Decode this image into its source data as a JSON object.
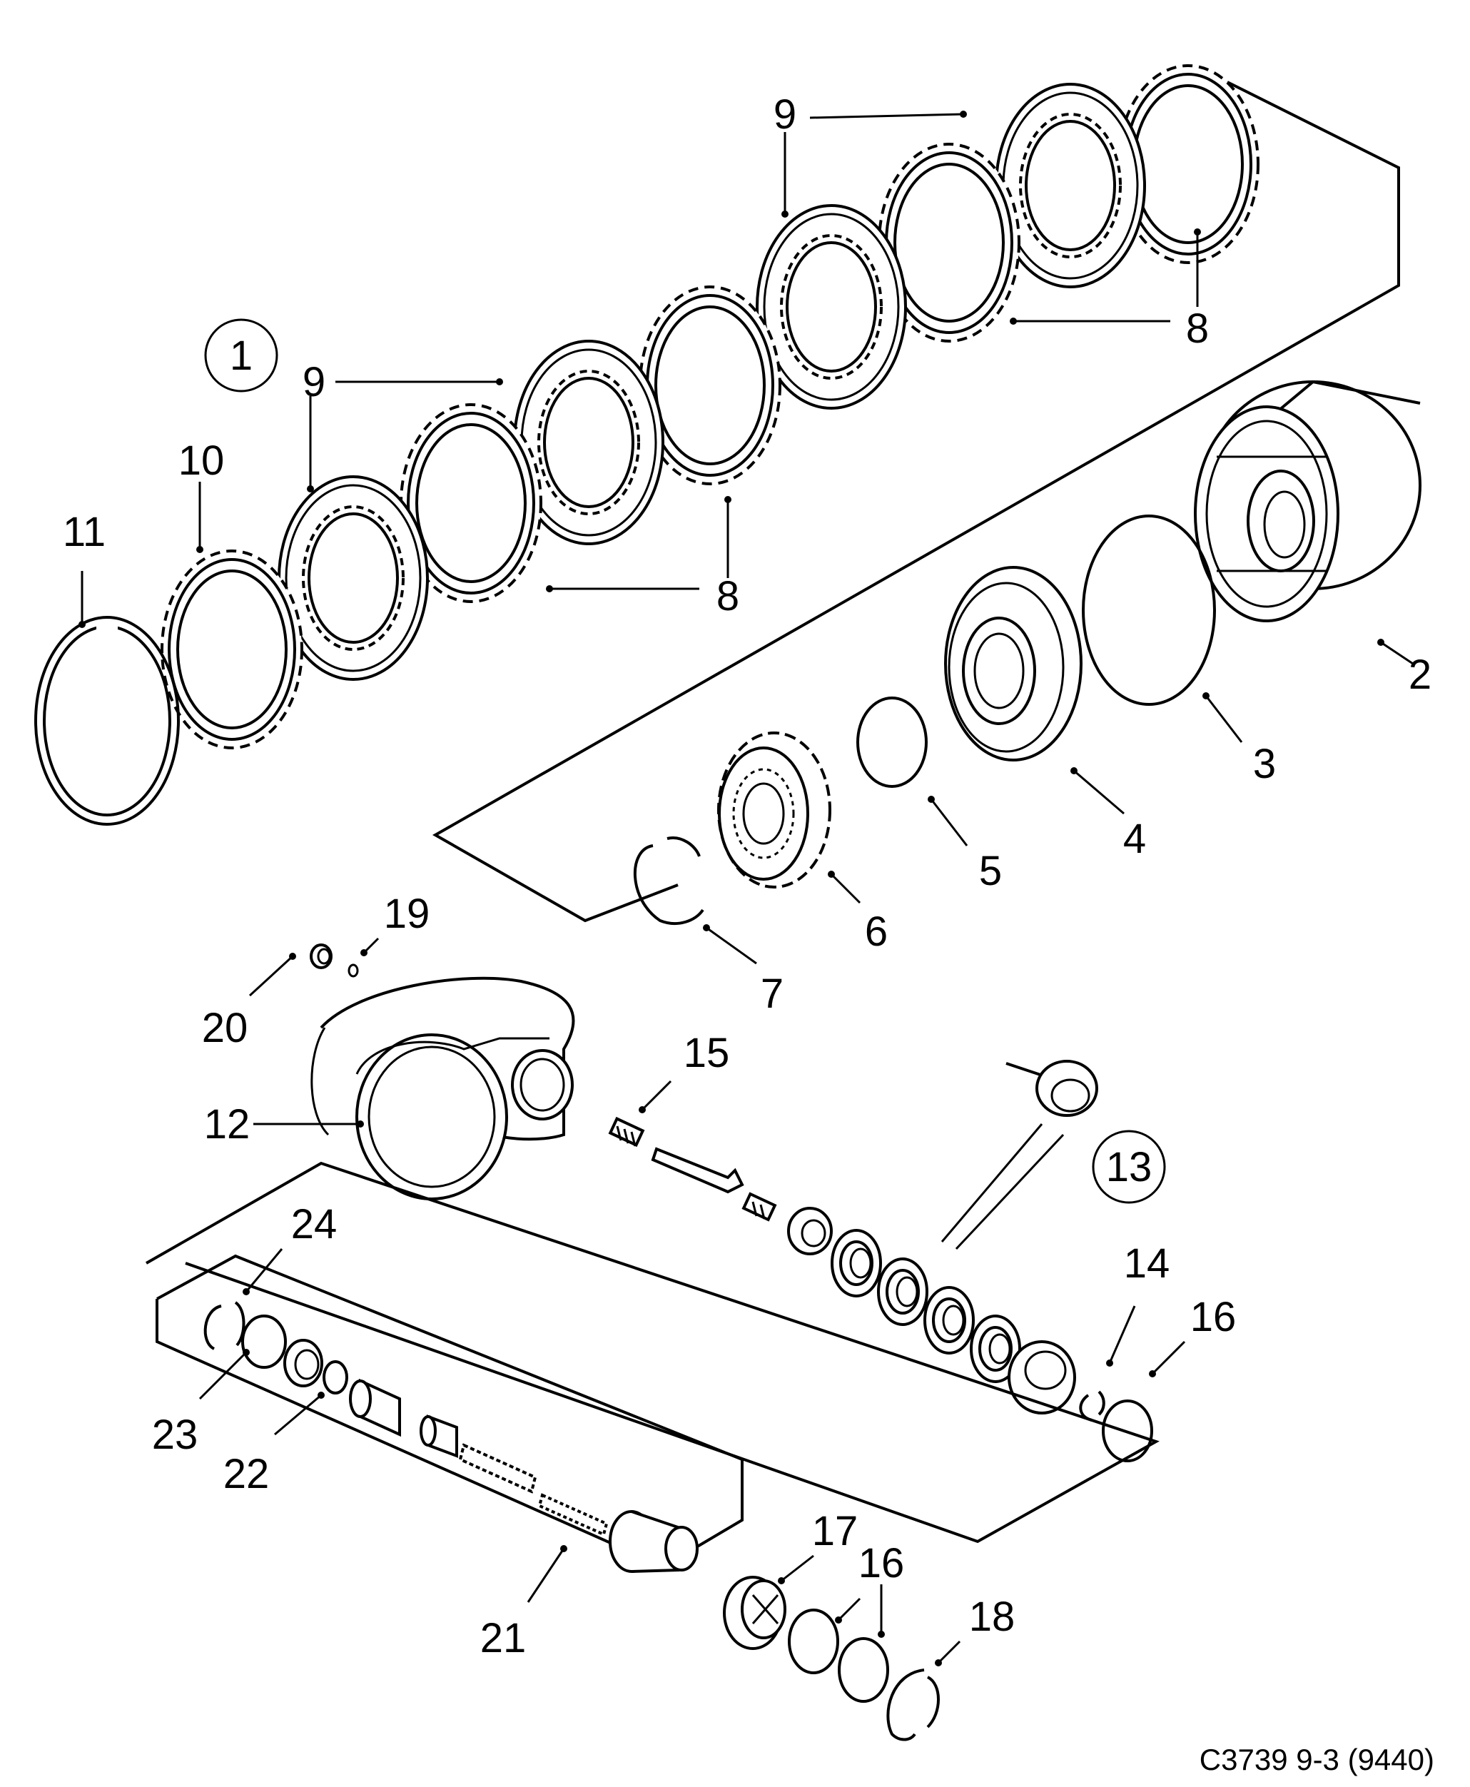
{
  "labels": {
    "l1": "1",
    "l2": "2",
    "l3": "3",
    "l4": "4",
    "l5": "5",
    "l6": "6",
    "l7": "7",
    "l8": "8",
    "l9": "9",
    "l10": "10",
    "l11": "11",
    "l12": "12",
    "l13": "13",
    "l14": "14",
    "l15": "15",
    "l16": "16",
    "l17": "17",
    "l18": "18",
    "l19": "19",
    "l20": "20",
    "l21": "21",
    "l22": "22",
    "l23": "23",
    "l24": "24"
  },
  "caption": "C3739 9-3 (9440)"
}
